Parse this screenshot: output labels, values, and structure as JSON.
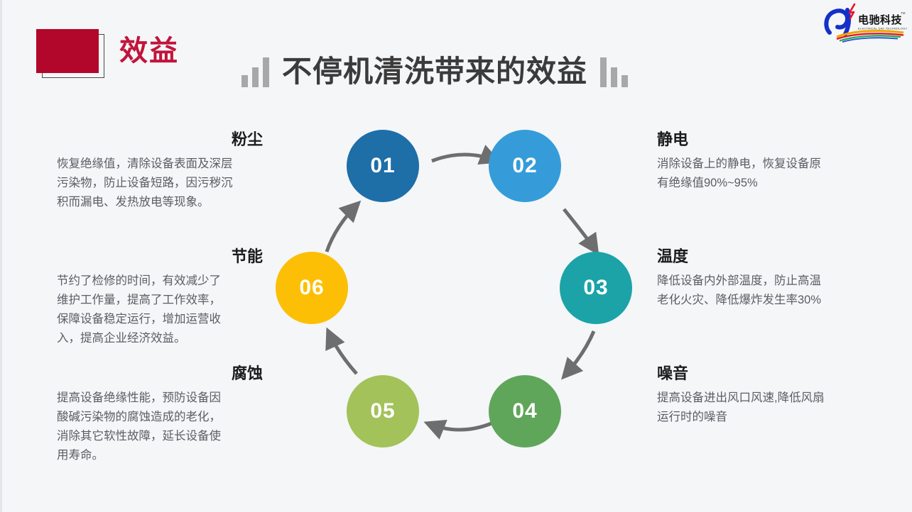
{
  "slide": {
    "background_color": "#f4f6f8",
    "header": {
      "kicker": "效益",
      "kicker_color": "#c2143b",
      "accent_square_color": "#b2062b",
      "title": "不停机清洗带来的效益",
      "title_color": "#3b3b3b",
      "decoration_left": "ascending-bars-icon",
      "decoration_right": "descending-bars-icon"
    },
    "logo": {
      "name": "dianchi-technology-logo",
      "cn_text": "电驰科技",
      "en_text": "ELECTRICAL DAY TECHNOLOGY",
      "trademark": "TM"
    }
  },
  "cycle": {
    "nodes": [
      {
        "id": "01",
        "label": "01",
        "color": "#1e6ea7",
        "topic": "粉尘"
      },
      {
        "id": "02",
        "label": "02",
        "color": "#359cd9",
        "topic": "静电"
      },
      {
        "id": "03",
        "label": "03",
        "color": "#1ba3a8",
        "topic": "温度"
      },
      {
        "id": "04",
        "label": "04",
        "color": "#5fa65a",
        "topic": "噪音"
      },
      {
        "id": "05",
        "label": "05",
        "color": "#a3c25a",
        "topic": "腐蚀"
      },
      {
        "id": "06",
        "label": "06",
        "color": "#fcbf05",
        "topic": "节能"
      }
    ],
    "arrow_color": "#6e6e6e",
    "flow": "01 → 02 → 03 → 04 → 05 → 06 → 01"
  },
  "blocks": {
    "dust": {
      "title": "粉尘",
      "body": "恢复绝缘值，清除设备表面及深层\n污染物，防止设备短路，因污秽沉\n积而漏电、发热放电等现象。"
    },
    "energy_saving": {
      "title": "节能",
      "body": "节约了检修的时间，有效减少了\n维护工作量，提高了工作效率，\n保障设备稳定运行，增加运营收\n入，提高企业经济效益。"
    },
    "corrosion": {
      "title": "腐蚀",
      "body": "提高设备绝缘性能，预防设备因\n酸碱污染物的腐蚀造成的老化，\n消除其它软性故障，延长设备使\n用寿命。"
    },
    "static": {
      "title": "静电",
      "body": "消除设备上的静电，恢复设备原\n有绝缘值90%~95%"
    },
    "temperature": {
      "title": "温度",
      "body": "降低设备内外部温度，防止高温\n老化火灾、降低爆炸发生率30%"
    },
    "noise": {
      "title": "噪音",
      "body": "提高设备进出风口风速,降低风扇\n运行时的噪音"
    }
  }
}
